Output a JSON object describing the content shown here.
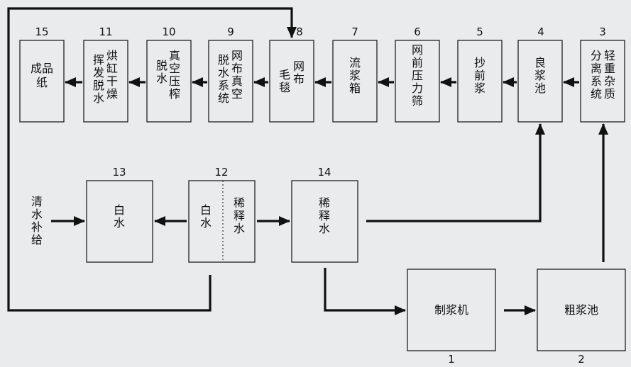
{
  "colors": {
    "background": "#e9ebed",
    "line": "#111111"
  },
  "nodes": {
    "n15": {
      "num": "15",
      "lines": [
        "成品",
        "纸"
      ]
    },
    "n11": {
      "num": "11",
      "cols": [
        "烘缸干燥",
        "挥发脱水"
      ]
    },
    "n10": {
      "num": "10",
      "cols": [
        "真空压榨",
        "脱水"
      ]
    },
    "n9": {
      "num": "9",
      "cols": [
        "网布真空",
        "脱水系统"
      ]
    },
    "n8": {
      "num": "8",
      "cols": [
        "网布",
        "毛毯"
      ]
    },
    "n7": {
      "num": "7",
      "cols": [
        "流浆箱"
      ]
    },
    "n6": {
      "num": "6",
      "cols": [
        "网前压力筛"
      ]
    },
    "n5": {
      "num": "5",
      "cols": [
        "抄前浆"
      ]
    },
    "n4": {
      "num": "4",
      "cols": [
        "良浆池"
      ]
    },
    "n3": {
      "num": "3",
      "cols": [
        "轻重杂质",
        "分离系统"
      ]
    },
    "n13": {
      "num": "13",
      "cols": [
        "白水"
      ]
    },
    "n12": {
      "num": "12",
      "left": "白水",
      "right": "稀释水"
    },
    "n14": {
      "num": "14",
      "cols": [
        "稀释水"
      ]
    },
    "n1": {
      "num": "1",
      "label": "制浆机"
    },
    "n2": {
      "num": "2",
      "label": "粗浆池"
    },
    "fresh_water": {
      "cols": [
        "清水补给"
      ]
    }
  }
}
